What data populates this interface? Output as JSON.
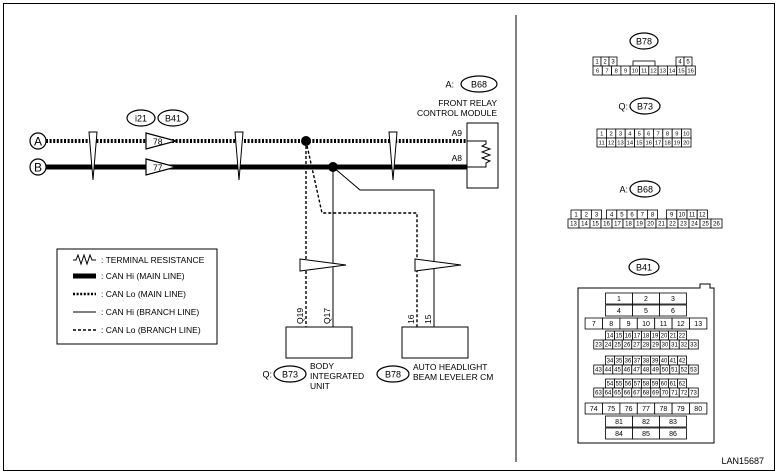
{
  "diagram_id": "LAN15687",
  "wires": {
    "a": "A",
    "b": "B"
  },
  "joint_connectors": {
    "i21": "i21",
    "b41": "B41",
    "pin_a": "78",
    "pin_b": "77"
  },
  "front_relay": {
    "prefix": "A:",
    "connector": "B68",
    "title_line1": "FRONT RELAY",
    "title_line2": "CONTROL MODULE",
    "pin_hi": "A9",
    "pin_lo": "A8"
  },
  "body_unit": {
    "prefix": "Q:",
    "connector": "B73",
    "title_line1": "BODY",
    "title_line2": "INTEGRATED",
    "title_line3": "UNIT",
    "pin_lo": "Q19",
    "pin_hi": "Q17"
  },
  "headlight": {
    "connector": "B78",
    "title_line1": "AUTO HEADLIGHT",
    "title_line2": "BEAM LEVELER CM",
    "pin_lo": "16",
    "pin_hi": "15"
  },
  "legend": [
    {
      "label": ": TERMINAL RESISTANCE"
    },
    {
      "label": ": CAN Hi (MAIN LINE)"
    },
    {
      "label": ": CAN Lo (MAIN LINE)"
    },
    {
      "label": ": CAN Hi (BRANCH LINE)"
    },
    {
      "label": ": CAN Lo (BRANCH LINE)"
    }
  ],
  "connector_views": {
    "b78": {
      "label": "B78",
      "top_left": [
        "1",
        "2",
        "3"
      ],
      "top_right": [
        "4",
        "5"
      ],
      "bottom": [
        "6",
        "7",
        "8",
        "9",
        "10",
        "11",
        "12",
        "13",
        "14",
        "15",
        "16"
      ]
    },
    "b73": {
      "prefix": "Q:",
      "label": "B73",
      "top": [
        "1",
        "2",
        "3",
        "4",
        "5",
        "6",
        "7",
        "8",
        "9",
        "10"
      ],
      "bottom": [
        "11",
        "12",
        "13",
        "14",
        "15",
        "16",
        "17",
        "18",
        "19",
        "20"
      ]
    },
    "b68": {
      "prefix": "A:",
      "label": "B68",
      "top": [
        "1",
        "2",
        "3",
        "4",
        "5",
        "6",
        "7",
        "8",
        "9",
        "10",
        "11",
        "12"
      ],
      "bottom": [
        "13",
        "14",
        "15",
        "16",
        "17",
        "18",
        "19",
        "20",
        "21",
        "22",
        "23",
        "24",
        "25",
        "26"
      ]
    },
    "b41": {
      "label": "B41",
      "rows": [
        [
          "1",
          "2",
          "3"
        ],
        [
          "4",
          "5",
          "6"
        ],
        [
          "7",
          "8",
          "9",
          "10",
          "11",
          "12",
          "13"
        ],
        [
          "14",
          "15",
          "16",
          "17",
          "18",
          "19",
          "20",
          "21",
          "22"
        ],
        [
          "23",
          "24",
          "25",
          "26",
          "27",
          "28",
          "29",
          "30",
          "31",
          "32",
          "33"
        ],
        [
          "34",
          "35",
          "36",
          "37",
          "38",
          "39",
          "40",
          "41",
          "42"
        ],
        [
          "43",
          "44",
          "45",
          "46",
          "47",
          "48",
          "49",
          "50",
          "51",
          "52",
          "53"
        ],
        [
          "54",
          "55",
          "56",
          "57",
          "58",
          "59",
          "60",
          "61",
          "62"
        ],
        [
          "63",
          "64",
          "65",
          "66",
          "67",
          "68",
          "69",
          "70",
          "71",
          "72",
          "73"
        ],
        [
          "74",
          "75",
          "76",
          "77",
          "78",
          "79",
          "80"
        ],
        [
          "81",
          "82",
          "83"
        ],
        [
          "84",
          "85",
          "86"
        ]
      ]
    }
  }
}
